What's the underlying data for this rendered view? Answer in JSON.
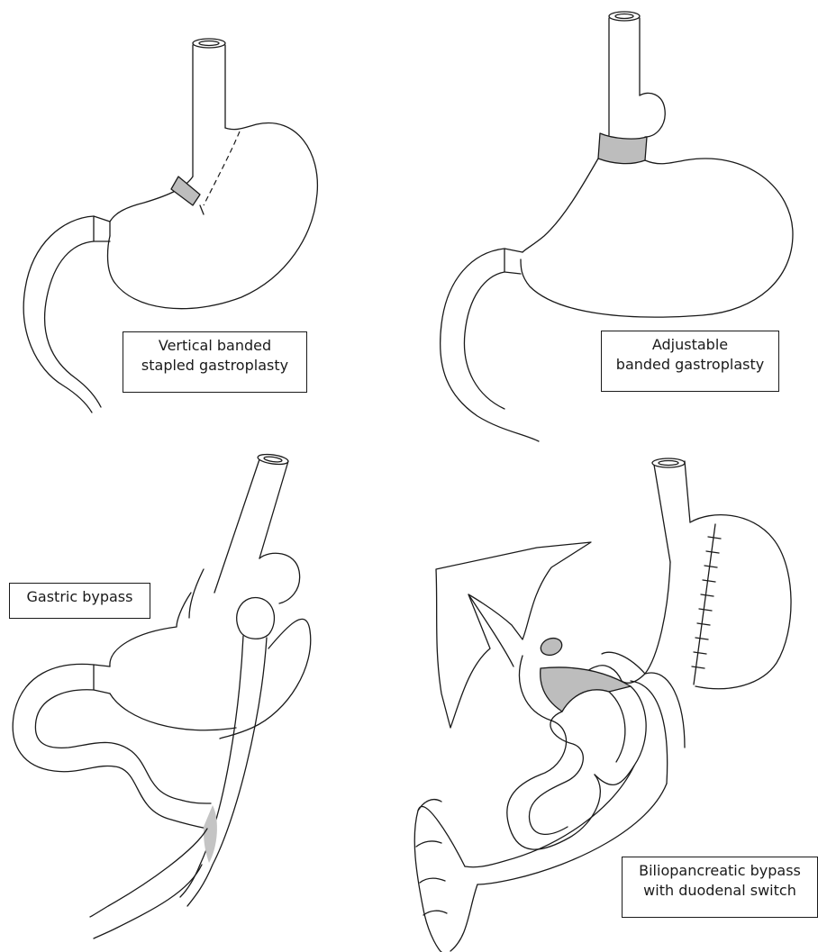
{
  "panels": {
    "vbg": {
      "label_lines": [
        "Vertical banded",
        "stapled gastroplasty"
      ]
    },
    "abg": {
      "label_lines": [
        "Adjustable",
        "banded gastroplasty"
      ]
    },
    "gb": {
      "label_lines": [
        "Gastric bypass"
      ]
    },
    "bpd": {
      "label_lines": [
        "Biliopancreatic bypass",
        "with duodenal switch"
      ]
    }
  },
  "colors": {
    "line": "#1a1a1a",
    "band": "#bdbdbd",
    "background": "#ffffff"
  }
}
